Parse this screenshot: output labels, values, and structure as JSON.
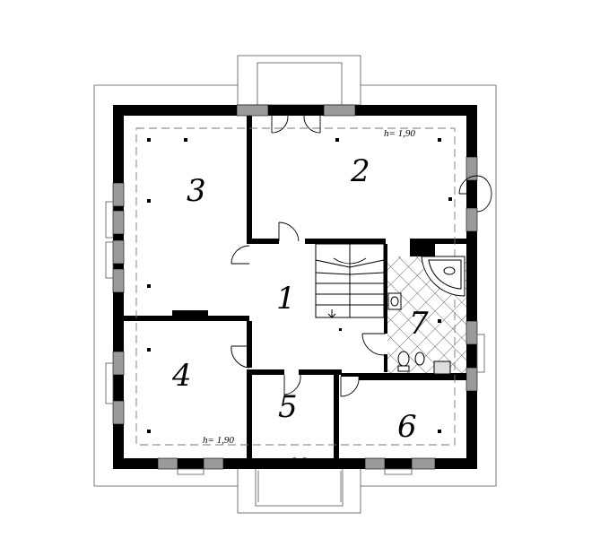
{
  "plan": {
    "height_labels": [
      "h= 1,90",
      "h= 1,90"
    ],
    "rooms": [
      {
        "id": "room-1",
        "label": "1"
      },
      {
        "id": "room-2",
        "label": "2"
      },
      {
        "id": "room-3",
        "label": "3"
      },
      {
        "id": "room-4",
        "label": "4"
      },
      {
        "id": "room-5",
        "label": "5"
      },
      {
        "id": "room-6",
        "label": "6"
      },
      {
        "id": "room-7",
        "label": "7"
      }
    ]
  }
}
